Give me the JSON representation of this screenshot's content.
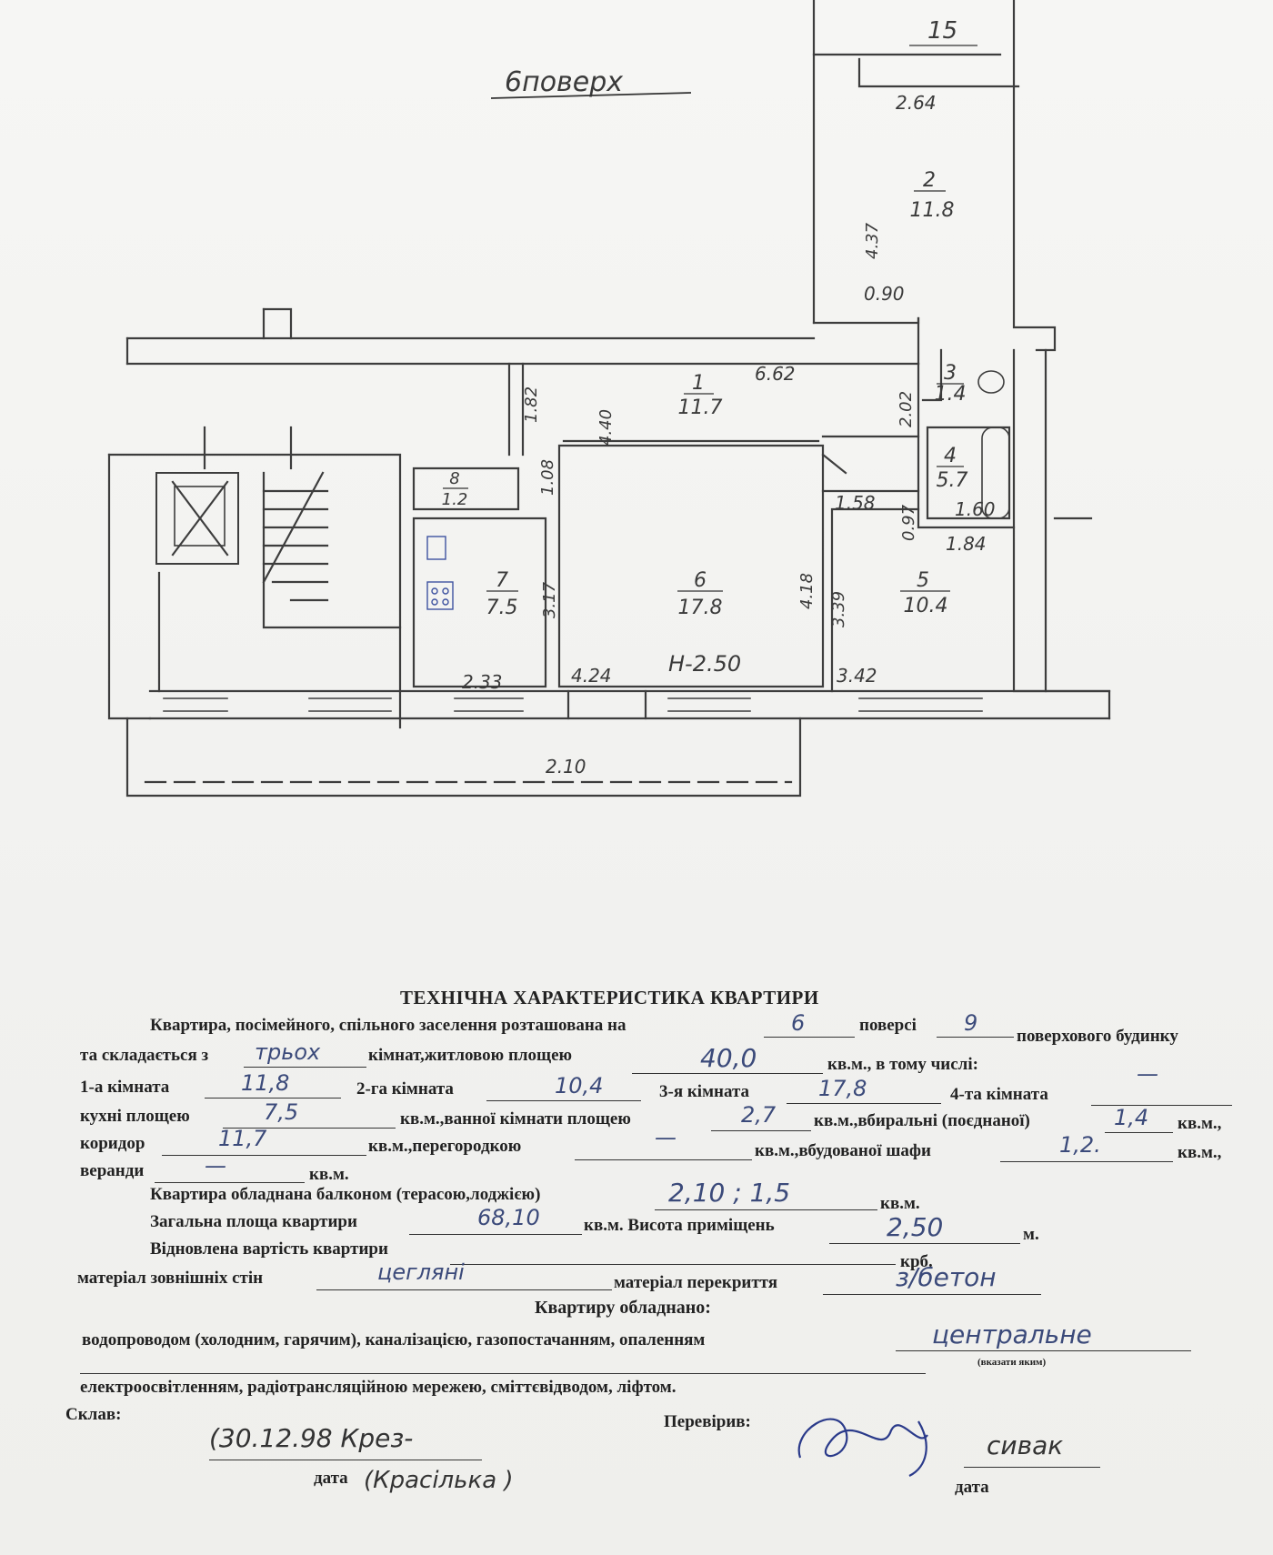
{
  "floor_label": "6поверх",
  "rooms": [
    {
      "num": "1",
      "area": "11.7"
    },
    {
      "num": "2",
      "area": "11.8"
    },
    {
      "num": "3",
      "area": "1.4"
    },
    {
      "num": "4",
      "area": "5.7"
    },
    {
      "num": "5",
      "area": "10.4"
    },
    {
      "num": "6",
      "area": "17.8"
    },
    {
      "num": "7",
      "area": "7.5"
    },
    {
      "num": "8",
      "area": "1.2"
    }
  ],
  "top_room": "15",
  "dimensions": {
    "d264": "2.64",
    "d437": "4.37",
    "d090": "0.90",
    "d662": "6.62",
    "d182": "1.82",
    "d440": "4.40",
    "d108": "1.08",
    "d158": "1.58",
    "d202": "2.02",
    "d160": "1.60",
    "d184": "1.84",
    "d317": "3.17",
    "d418": "4.18",
    "d339": "3.39",
    "d233": "2.33",
    "d424": "4.24",
    "height": "H-2.50",
    "d342": "3.42",
    "d210": "2.10",
    "d097": "0.97"
  },
  "form": {
    "title": "ТЕХНІЧНА ХАРАКТЕРИСТИКА КВАРТИРИ",
    "l1a": "Квартира, посімейного, спільного заселення розташована на",
    "l1b": "поверсі",
    "l1c": "поверхового будинку",
    "l2a": "та складається з",
    "l2b": "кімнат,житловою площею",
    "l2c": "кв.м., в тому числі:",
    "l3a": "1-а  кімната",
    "l3b": "2-га  кімната",
    "l3c": "3-я  кімната",
    "l3d": "4-та  кімната",
    "l4a": "кухні  площею",
    "l4b": "кв.м.,ванної  кімнати  площею",
    "l4c": "кв.м.,вбиральні  (поєднаної)",
    "l4d": "кв.м.,",
    "l5a": "коридор",
    "l5b": "кв.м.,перегородкою",
    "l5c": "кв.м.,вбудованої  шафи",
    "l5d": "кв.м.,",
    "l6a": "веранди",
    "l6b": "кв.м.",
    "l7a": "Квартира обладнана балконом (терасою,лоджією)",
    "l7b": "кв.м.",
    "l8a": "Загальна площа квартири",
    "l8b": "кв.м. Висота приміщень",
    "l8c": "м.",
    "l9a": "Відновлена вартість квартири",
    "l9b": "крб.",
    "l10a": "матеріал зовнішніх стін",
    "l10b": "матеріал перекриття",
    "l11": "Квартиру обладнано:",
    "l12": "водопроводом (холодним, гарячим), каналізацією, газопостачанням, опаленням",
    "l12note": "(вказати яким)",
    "l13": "електроосвітленням, радіотрансляційною мережею, сміттєвідводом, ліфтом.",
    "compiled": "Склав:",
    "checked": "Перевірив:",
    "date1": "дата",
    "date2": "дата"
  },
  "handwritten": {
    "floor": "6",
    "floors_total": "9",
    "rooms_count": "трьох",
    "living_area": "40,0",
    "room1": "11,8",
    "room2": "10,4",
    "room3": "17,8",
    "room4": "—",
    "kitchen": "7,5",
    "bath": "2,7",
    "toilet": "1,4",
    "corridor": "11,7",
    "partition": "—",
    "closet": "1,2.",
    "veranda": "—",
    "balcony": "2,10 ; 1,5",
    "total_area": "68,10",
    "height": "2,50",
    "walls": "цегляні",
    "ceiling": "з/бетон",
    "heating": "центральне",
    "compiled_by": "(30.12.98 Крез-",
    "compiled_name": "(Красілька )",
    "checked_by": "сивак"
  }
}
